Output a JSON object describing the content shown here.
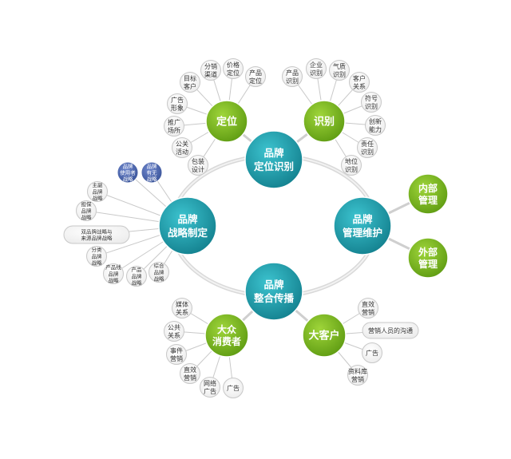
{
  "core_nodes": {
    "positioning_identity": [
      "品牌",
      "定位识别"
    ],
    "strategy": [
      "品牌",
      "战略制定"
    ],
    "maintenance": [
      "品牌",
      "管理维护"
    ],
    "communication": [
      "品牌",
      "整合传播"
    ]
  },
  "sub_nodes": {
    "positioning": [
      "定位"
    ],
    "identity": [
      "识别"
    ],
    "internal": [
      "内部",
      "管理"
    ],
    "external": [
      "外部",
      "管理"
    ],
    "consumers": [
      "大众",
      "消费者"
    ],
    "key_accounts": [
      "大客户"
    ]
  },
  "positioning_leaves": [
    [
      "目标",
      "客户"
    ],
    [
      "分销",
      "渠道"
    ],
    [
      "价格",
      "定位"
    ],
    [
      "产品",
      "定位"
    ],
    [
      "广告",
      "形象"
    ],
    [
      "推广",
      "场所"
    ],
    [
      "公关",
      "活动"
    ],
    [
      "包装",
      "设计"
    ]
  ],
  "identity_leaves": [
    [
      "产品",
      "识别"
    ],
    [
      "企业",
      "识别"
    ],
    [
      "气质",
      "识别"
    ],
    [
      "客户",
      "关系"
    ],
    [
      "符号",
      "识别"
    ],
    [
      "创新",
      "能力"
    ],
    [
      "责任",
      "识别"
    ],
    [
      "地位",
      "识别"
    ]
  ],
  "strategy_leaves": [
    [
      "主副",
      "品牌",
      "战略"
    ],
    [
      "担保",
      "品牌",
      "战略"
    ],
    [
      "双品牌战略与",
      "来源品牌战略"
    ],
    [
      "分类",
      "品牌",
      "战略"
    ],
    [
      "产品线",
      "品牌",
      "战略"
    ],
    [
      "产品",
      "品牌",
      "战略"
    ],
    [
      "综合",
      "品牌",
      "战略"
    ]
  ],
  "strategy_blue_leaves": [
    [
      "品牌",
      "使用者",
      "战略"
    ],
    [
      "品牌",
      "有无",
      "战略"
    ]
  ],
  "consumer_leaves": [
    [
      "媒体",
      "关系"
    ],
    [
      "公共",
      "关系"
    ],
    [
      "事件",
      "营销"
    ],
    [
      "直效",
      "营销"
    ],
    [
      "网络",
      "广告"
    ],
    [
      "广告"
    ]
  ],
  "key_account_leaves": [
    [
      "直效",
      "营销"
    ],
    [
      "营销人员的沟通"
    ],
    [
      "广告"
    ],
    [
      "资料库",
      "营销"
    ]
  ],
  "colors": {
    "teal": "#1e9aa8",
    "green": "#7fbc1f",
    "blue_leaf": "#4a66b0",
    "leaf_fill": "#ffffff",
    "leaf_stroke": "#c8c8c8",
    "ring": "#d9d9d9"
  }
}
